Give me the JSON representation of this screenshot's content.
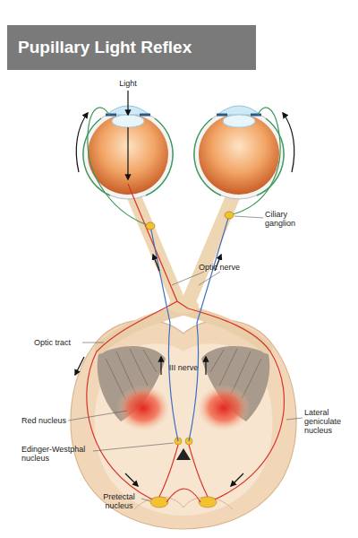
{
  "diagram": {
    "title": "Pupillary Light Reflex",
    "labels": [
      "Light",
      "Ciliary ganglion",
      "Optic nerve",
      "Optic tract",
      "III nerve",
      "Red nucleus",
      "Edinger-Westphal nucleus",
      "Lateral geniculate nucleus",
      "Pretectal nucleus"
    ]
  }
}
